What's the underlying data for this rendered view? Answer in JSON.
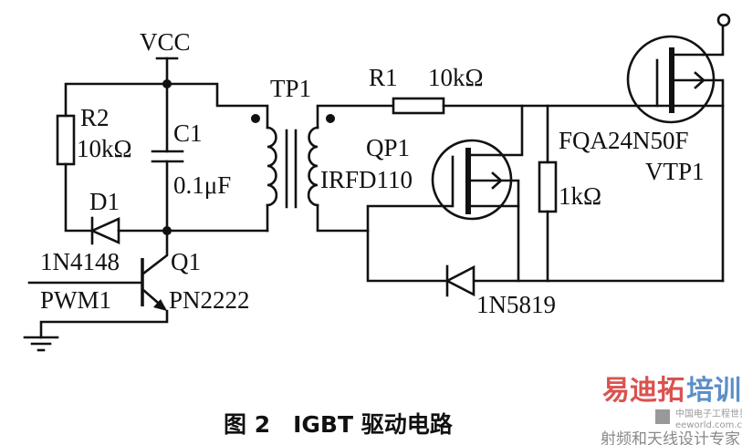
{
  "labels": {
    "vcc": "VCC",
    "r2_name": "R2",
    "r2_value": "10kΩ",
    "c1_name": "C1",
    "c1_value": "0.1μF",
    "d1_name": "D1",
    "d1_part": "1N4148",
    "pwm": "PWM1",
    "q1_name": "Q1",
    "q1_part": "PN2222",
    "tp1": "TP1",
    "r1_name": "R1",
    "r1_value": "10kΩ",
    "qp1_name": "QP1",
    "qp1_part": "IRFD110",
    "r_gate_value": "1kΩ",
    "vtp1_part": "FQA24N50F",
    "vtp1_name": "VTP1",
    "diode2_part": "1N5819"
  },
  "caption": "图 2　IGBT 驱动电路",
  "watermark": {
    "brand_red": "易迪拓",
    "brand_blue": "培训",
    "tagline": "射频和天线设计专家",
    "site_cn": "中国电子工程世界",
    "site": "eeworld.com.cn"
  },
  "colors": {
    "ink": "#111111",
    "watermark_red": "#d9534f",
    "watermark_blue": "#5b8fc9"
  }
}
